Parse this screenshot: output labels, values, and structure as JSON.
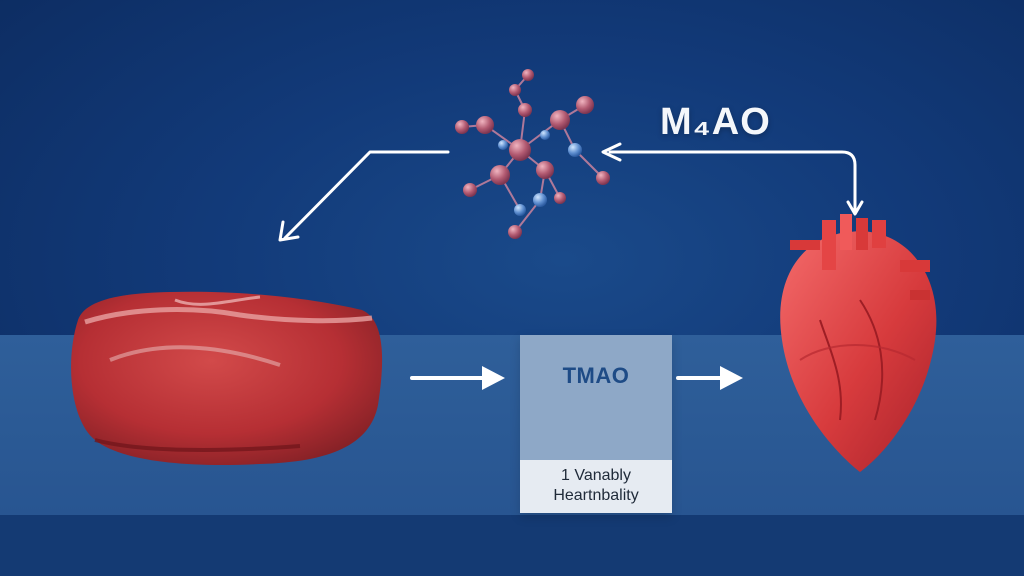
{
  "diagram": {
    "top_label": "M₄AO",
    "box_label": "TMAO",
    "caption_lines": [
      "1 Vanably",
      "Heartnbality"
    ]
  },
  "icons": {
    "meat": "steak-icon",
    "heart": "heart-icon",
    "molecule": "molecule-icon"
  },
  "colors": {
    "background": "#123a79",
    "band": "#2f5f9a",
    "tmao_box": "#8ea8c7",
    "caption_box": "#e6ebf2",
    "arrow": "#ffffff"
  }
}
